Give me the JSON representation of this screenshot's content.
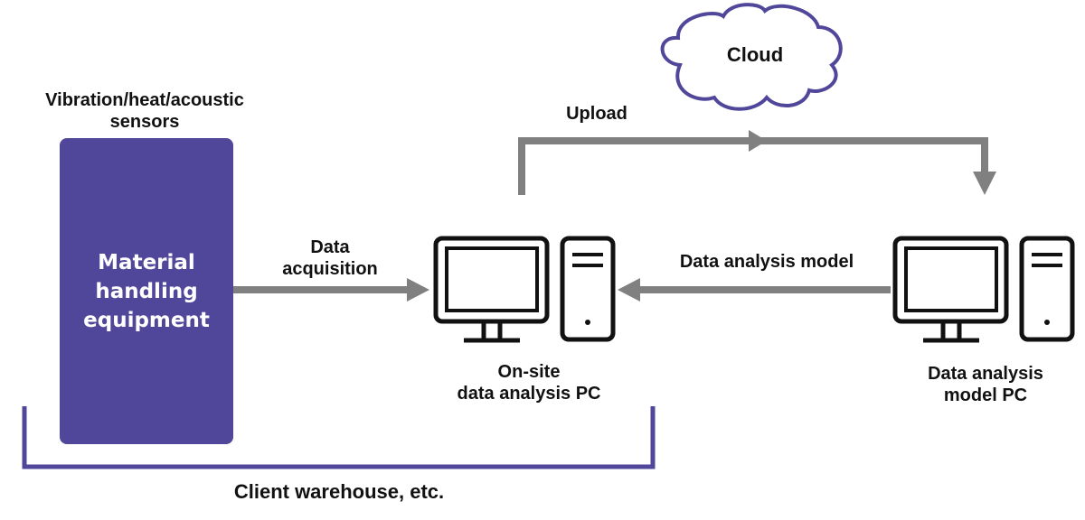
{
  "colors": {
    "purple": "#51479a",
    "arrow": "#808080",
    "ink": "#111111"
  },
  "cloud": {
    "label": "Cloud"
  },
  "sensors": {
    "line1": "Vibration/heat/acoustic",
    "line2": "sensors"
  },
  "equipment": {
    "line1": "Material",
    "line2": "handling",
    "line3": "equipment"
  },
  "arrows": {
    "acquisition": {
      "line1": "Data",
      "line2": "acquisition"
    },
    "upload": {
      "label": "Upload"
    },
    "model": {
      "label": "Data analysis model"
    }
  },
  "onsite_pc": {
    "line1": "On-site",
    "line2": "data analysis PC",
    "icon": "desktop-computer-icon"
  },
  "model_pc": {
    "line1": "Data analysis",
    "line2": "model PC",
    "icon": "desktop-computer-icon"
  },
  "warehouse": {
    "label": "Client warehouse, etc."
  }
}
